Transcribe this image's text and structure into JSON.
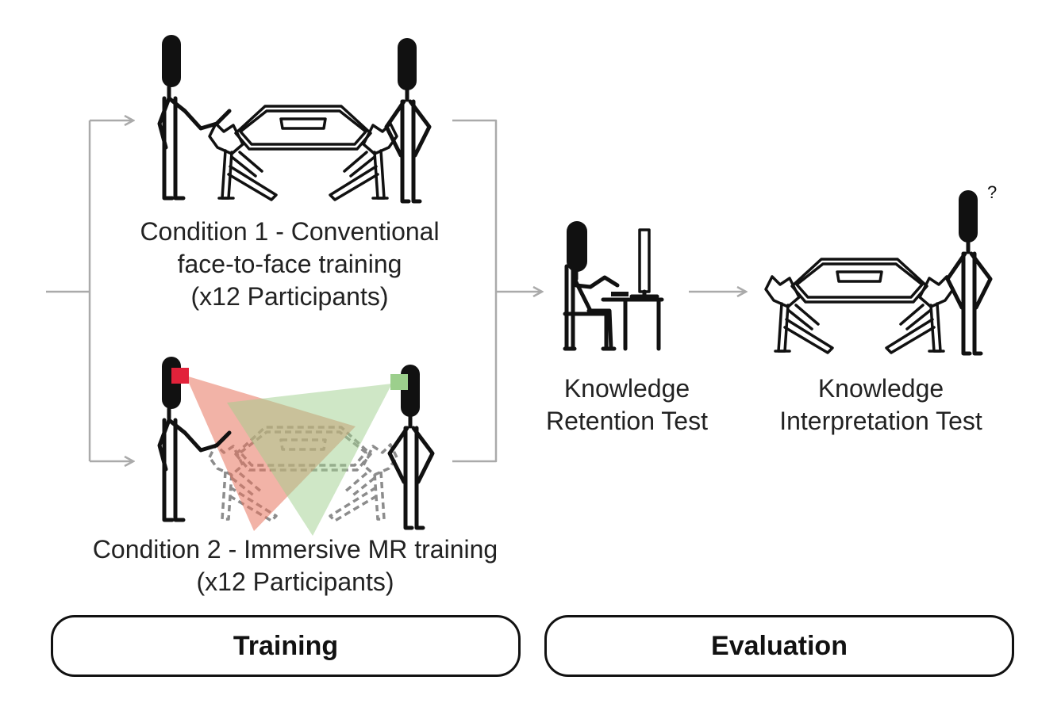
{
  "condition1": {
    "line1": "Condition 1 - Conventional",
    "line2": "face-to-face training",
    "line3": "(x12 Participants)"
  },
  "condition2": {
    "line1": "Condition 2 - Immersive MR training",
    "line2": "(x12 Participants)"
  },
  "retention": {
    "line1": "Knowledge",
    "line2": "Retention Test"
  },
  "interpretation": {
    "line1": "Knowledge",
    "line2": "Interpretation Test",
    "question_mark": "?"
  },
  "phases": {
    "training": "Training",
    "evaluation": "Evaluation"
  },
  "colors": {
    "arrow": "#aaaaaa",
    "ink": "#111111",
    "red_view": "#e8745f",
    "green_view": "#9fd08d",
    "red_headset": "#e2223a",
    "green_headset": "#9ccf8c",
    "ghost_table": "#8c8c8c"
  }
}
